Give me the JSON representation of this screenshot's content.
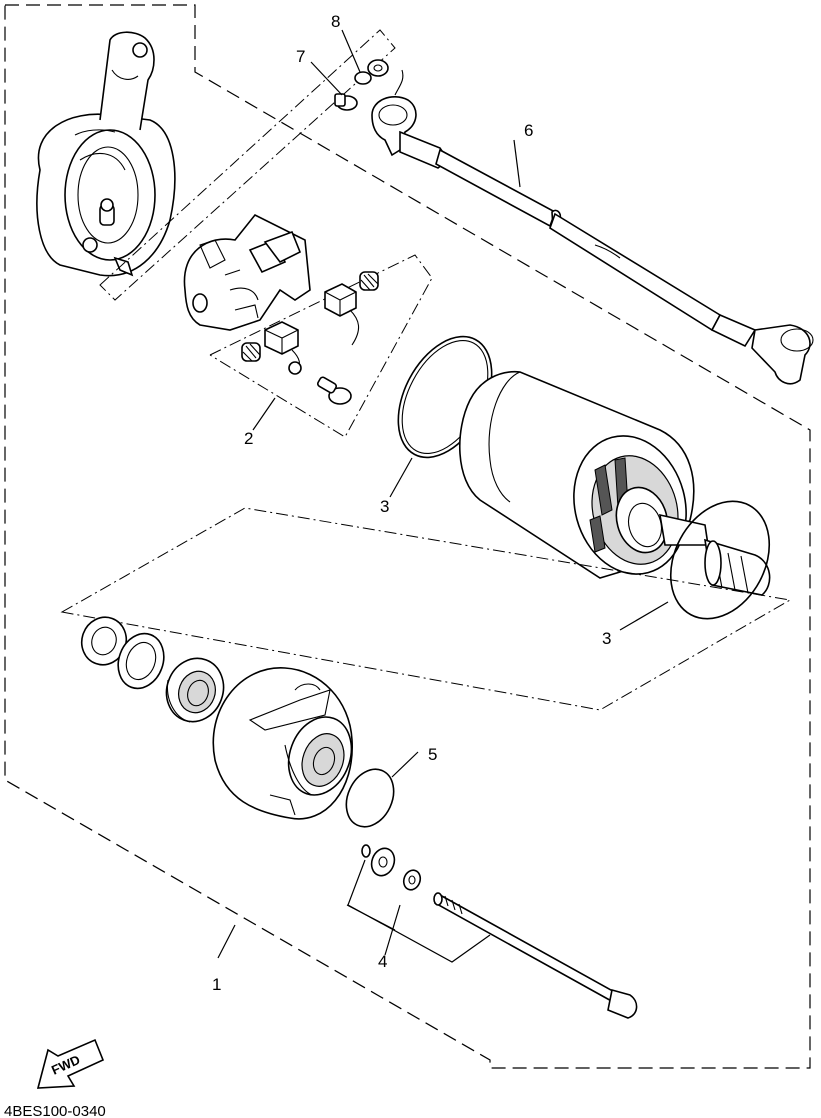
{
  "diagram": {
    "callouts": {
      "c1": "1",
      "c2": "2",
      "c3a": "3",
      "c3b": "3",
      "c4": "4",
      "c5": "5",
      "c6": "6",
      "c7": "7",
      "c8": "8"
    },
    "fwd_label": "FWD",
    "footer_code": "4BES100-0340"
  }
}
